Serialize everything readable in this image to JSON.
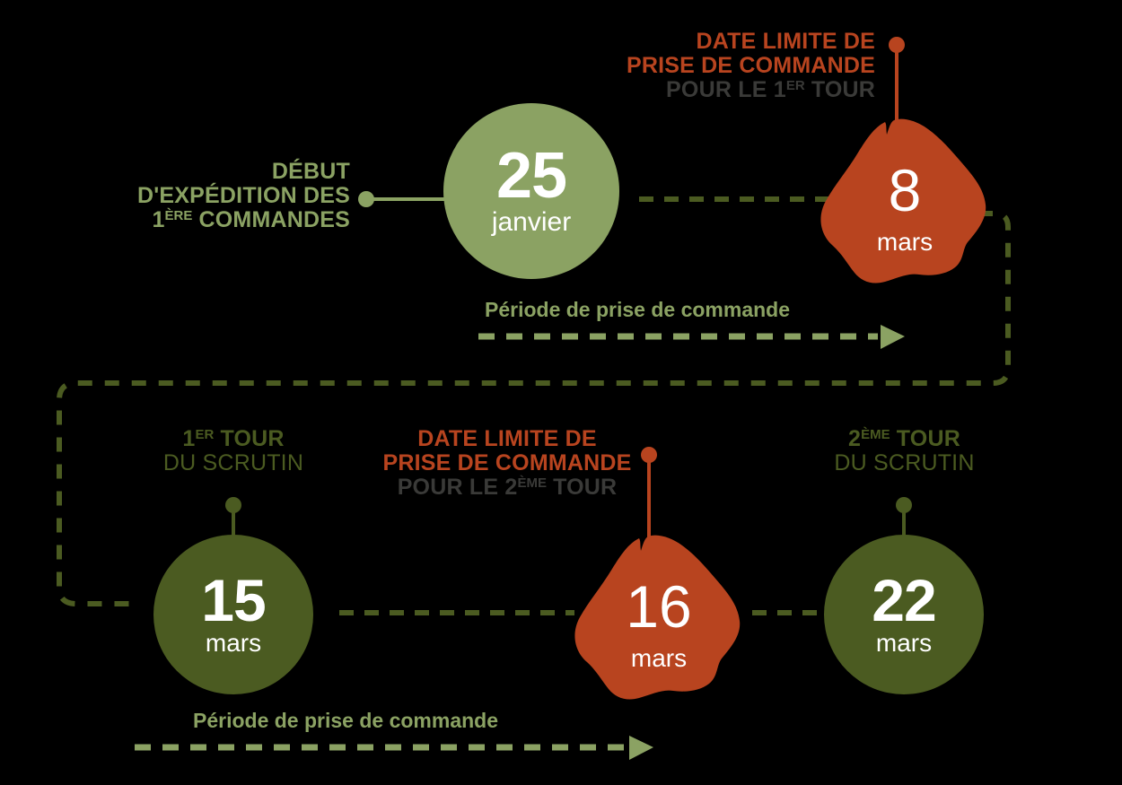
{
  "theme": {
    "background": "#000000",
    "sage": "#8ba263",
    "olive": "#4b5b21",
    "orange": "#b8441f",
    "gray": "#3a3a38",
    "white": "#ffffff"
  },
  "row1": {
    "start_callout": {
      "line1": "DÉBUT",
      "line2": "D'EXPÉDITION DES",
      "line3_num": "1",
      "line3_ord": "ÈRE",
      "line3_rest": " COMMANDES"
    },
    "deadline_callout": {
      "line1": "DATE LIMITE DE",
      "line2": "PRISE DE COMMANDE",
      "line3_pre": "POUR LE ",
      "line3_num": "1",
      "line3_ord": "ER",
      "line3_rest": " TOUR"
    },
    "node_start": {
      "day": "25",
      "month": "janvier",
      "shape": "circle",
      "color": "#8ba263"
    },
    "node_deadline": {
      "day": "8",
      "month": "mars",
      "shape": "blob",
      "color": "#b8441f"
    },
    "period_label": "Période de prise de commande"
  },
  "row2": {
    "tour1_callout": {
      "line1_num": "1",
      "line1_ord": "ER",
      "line1_rest": " TOUR",
      "line2": "DU SCRUTIN"
    },
    "deadline_callout": {
      "line1": "DATE LIMITE DE",
      "line2": "PRISE DE COMMANDE",
      "line3_pre": "POUR LE ",
      "line3_num": "2",
      "line3_ord": "ÈME",
      "line3_rest": " TOUR"
    },
    "tour2_callout": {
      "line1_num": "2",
      "line1_ord": "ÈME",
      "line1_rest": " TOUR",
      "line2": "DU SCRUTIN"
    },
    "node_tour1": {
      "day": "15",
      "month": "mars",
      "shape": "circle",
      "color": "#4b5b21"
    },
    "node_deadline": {
      "day": "16",
      "month": "mars",
      "shape": "blob",
      "color": "#b8441f"
    },
    "node_tour2": {
      "day": "22",
      "month": "mars",
      "shape": "circle",
      "color": "#4b5b21"
    },
    "period_label": "Période de prise de commande"
  }
}
